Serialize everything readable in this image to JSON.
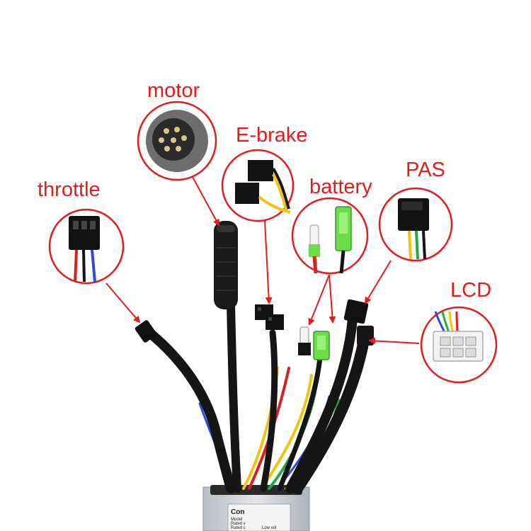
{
  "labels": {
    "motor": "motor",
    "ebrake": "E-brake",
    "throttle": "throttle",
    "battery": "battery",
    "pas": "PAS",
    "lcd": "LCD"
  },
  "controller": {
    "label_lines": [
      "Con",
      "Model",
      "Rated v",
      "Rated c",
      "Low vol"
    ]
  },
  "colors": {
    "label": "#e41c1c",
    "arrow": "#e41c1c",
    "callout_ring": "#e41c1c",
    "cable": "#151515",
    "wire_red": "#d82020",
    "wire_yellow": "#f1c40f",
    "wire_green": "#27a844",
    "wire_blue": "#2d4bd6",
    "connector_green": "#6ddc4a",
    "controller_case": "#cfd4d8"
  }
}
